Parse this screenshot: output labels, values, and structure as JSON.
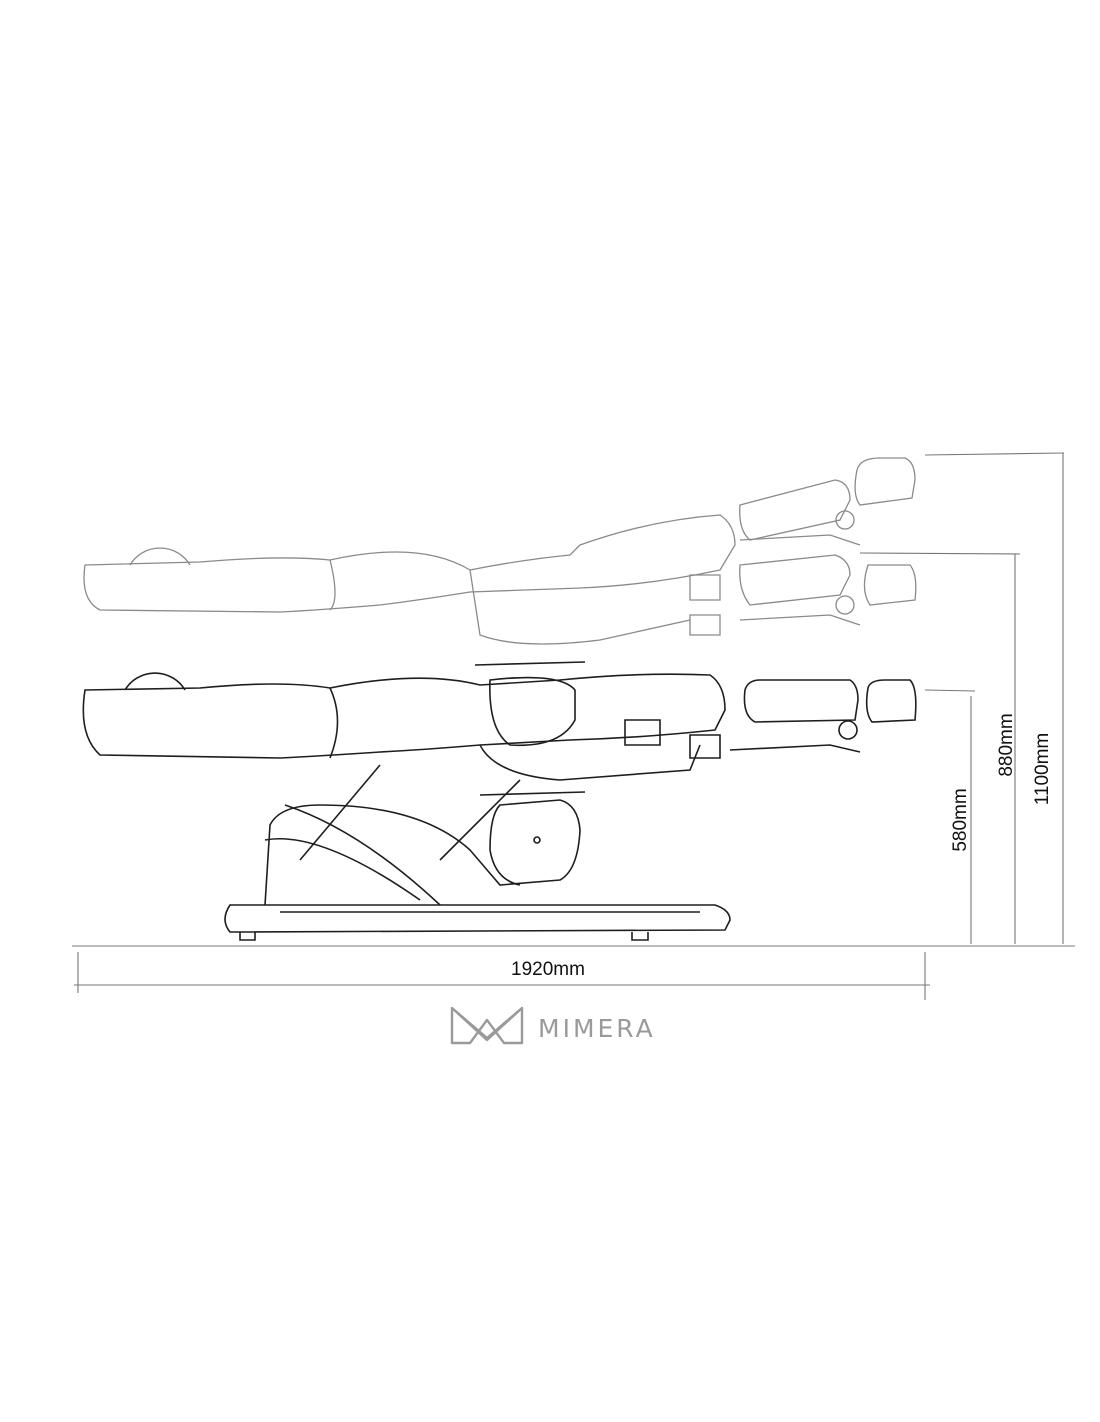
{
  "diagram": {
    "dimensions": {
      "length": "1920mm",
      "min_height": "580mm",
      "mid_height": "880mm",
      "max_height": "1100mm"
    },
    "logo": {
      "text": "MIMERA"
    },
    "colors": {
      "line": "#222222",
      "light_line": "#888888",
      "dimension_line": "#777777",
      "logo": "#9a9a9a"
    }
  }
}
